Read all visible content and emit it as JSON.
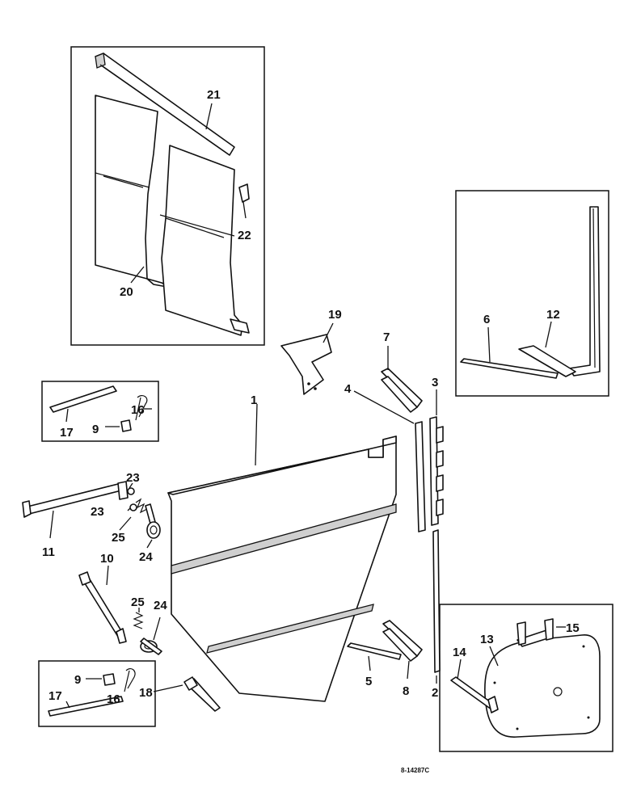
{
  "callouts": {
    "c1": "1",
    "c2": "2",
    "c3": "3",
    "c4": "4",
    "c5": "5",
    "c6": "6",
    "c7": "7",
    "c8": "8",
    "c9a": "9",
    "c9b": "9",
    "c10": "10",
    "c11": "11",
    "c12": "12",
    "c13": "13",
    "c14": "14",
    "c15": "15",
    "c16a": "16",
    "c16b": "16",
    "c17a": "17",
    "c17b": "17",
    "c18": "18",
    "c19": "19",
    "c20": "20",
    "c21": "21",
    "c22": "22",
    "c23a": "23",
    "c23b": "23",
    "c24a": "24",
    "c24b": "24",
    "c25a": "25",
    "c25b": "25"
  },
  "drawing_number": "8-14287C"
}
